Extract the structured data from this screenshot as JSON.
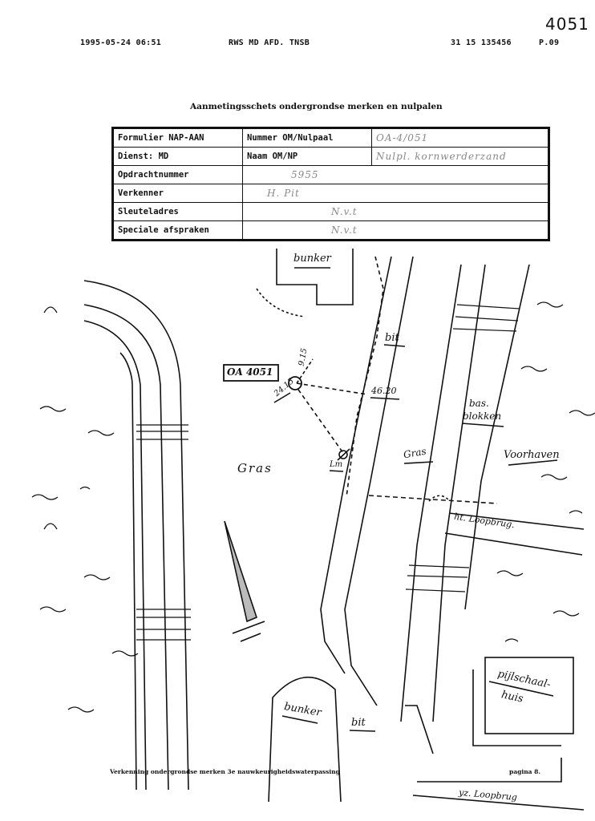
{
  "doc_id": "4051",
  "fax_header": {
    "datetime": "1995-05-24  06:51",
    "sender": "RWS MD AFD. TNSB",
    "phone": "31 15 135456",
    "page": "P.09"
  },
  "title": "Aanmetingsschets ondergrondse merken en nulpalen",
  "form": {
    "rows": [
      {
        "label": "Formulier NAP-AAN",
        "label2": "Nummer OM/Nulpaal",
        "value": "OA-4/051"
      },
      {
        "label": "Dienst: MD",
        "label2": "Naam OM/NP",
        "value": "Nulpl. kornwerderzand"
      },
      {
        "label": "Opdrachtnummer",
        "value": "5955"
      },
      {
        "label": "Verkenner",
        "value": "H. Pit"
      },
      {
        "label": "Sleuteladres",
        "value": "N.v.t"
      },
      {
        "label": "Speciale afspraken",
        "value": "N.v.t"
      }
    ]
  },
  "sketch": {
    "bunker_top": "bunker",
    "bit_top": "bit",
    "marker_box": "OA 4051",
    "meas_a": "9.15",
    "meas_b": "24.15",
    "meas_c": "46.20",
    "lm": "Lm",
    "gras_left": "Gras",
    "gras_right": "Gras",
    "bas_blokken_1": "bas.",
    "bas_blokken_2": "blokken",
    "voorhaven": "Voorhaven",
    "loopbrug_mid": "ht. Loopbrug.",
    "pijlschaal_1": "pijlschaal-",
    "pijlschaal_2": "huis",
    "bunker_bottom": "bunker",
    "bit_bottom": "bit",
    "loopbrug_bottom": "yz. Loopbrug"
  },
  "footer": {
    "left": "Verkenning ondergrondse merken 3e nauwkeurigheidswaterpassing",
    "right": "pagina 8."
  }
}
